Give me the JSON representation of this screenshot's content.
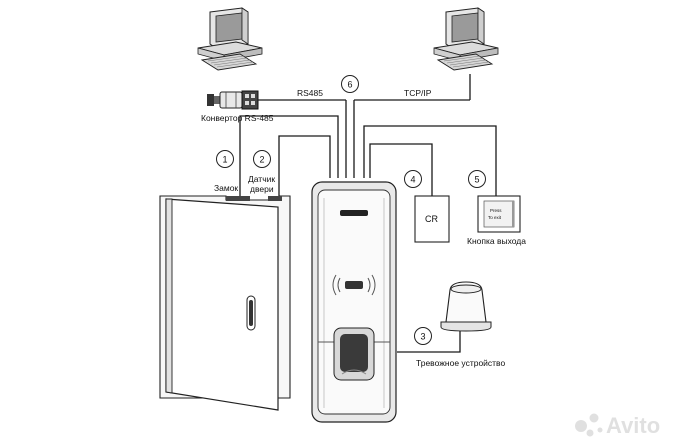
{
  "labels": {
    "converter": "Конвертор RS-485",
    "rs485": "RS485",
    "tcpip": "TCP/IP",
    "lock": "Замок",
    "door_sensor_line1": "Датчик",
    "door_sensor_line2": "двери",
    "card_reader": "CR",
    "exit_button": "Кнопка выхода",
    "exit_button_face_line1": "Press",
    "exit_button_face_line2": "To exit",
    "alarm": "Тревожное устройство"
  },
  "markers": [
    "1",
    "2",
    "3",
    "4",
    "5",
    "6"
  ],
  "watermark": "Avito",
  "icons": [
    "computer-icon",
    "converter-icon",
    "door-icon",
    "access-terminal-icon",
    "card-reader-icon",
    "exit-button-icon",
    "alarm-siren-icon",
    "watermark-logo-icon"
  ]
}
